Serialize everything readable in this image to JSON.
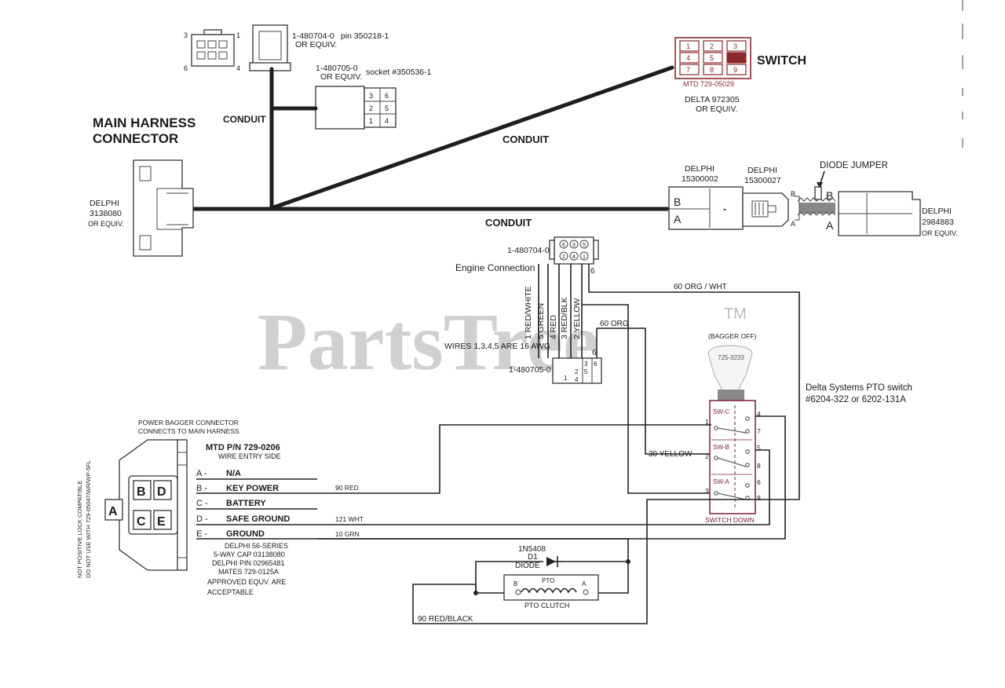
{
  "watermark": {
    "brand": "PartsTree",
    "trademark": "TM"
  },
  "colors": {
    "wire": "#222222",
    "switch_connector": "#8a2a2a",
    "pto_switch": "#7a1f3c",
    "watermark": "#c8c8c8"
  },
  "top_connectors": {
    "part1": "1-480704-0",
    "equiv1": "OR EQUIV.",
    "pin": "pin 350218-1",
    "part2": "1-480705-0",
    "equiv2": "OR EQUIV.",
    "socket": "socket #350536-1",
    "cavities": [
      "3",
      "1",
      "6",
      "4"
    ],
    "socket_cavities": [
      "3",
      "6",
      "2",
      "5",
      "1",
      "4"
    ]
  },
  "main_harness": {
    "title_line1": "MAIN HARNESS",
    "title_line2": "CONNECTOR",
    "brand": "DELPHI",
    "part": "3138080",
    "equiv": "OR EQUIV."
  },
  "conduit_labels": [
    "CONDUIT",
    "CONDUIT",
    "CONDUIT"
  ],
  "switch_connector": {
    "label": "SWITCH",
    "cells": [
      "1",
      "2",
      "3",
      "4",
      "5",
      "6",
      "7",
      "8",
      "9"
    ],
    "mtd": "MTD 729-05029",
    "delta": "DELTA 972305",
    "equiv": "OR EQUIV."
  },
  "right_connectors": {
    "delphi1_brand": "DELPHI",
    "delphi1_part": "15300002",
    "delphi2_brand": "DELPHI",
    "delphi2_part": "15300027",
    "diode_jumper": "DIODE JUMPER",
    "delphi3_brand": "DELPHI",
    "delphi3_part": "2984883",
    "delphi3_equiv": "OR EQUIV.",
    "pin_a": "A",
    "pin_b": "B",
    "dash": "-"
  },
  "engine_connection": {
    "top_part": "1-480704-0",
    "title": "Engine Connection",
    "top_cells": [
      "6",
      "3",
      "5",
      "2",
      "4",
      "1"
    ],
    "wires": [
      "1 RED/WHITE",
      "5 GREEN",
      "4 RED",
      "3 RED/BLK",
      "2 YELLOW"
    ],
    "pin6_top": "6",
    "org_wht": "60 ORG / WHT",
    "org": "60 ORG",
    "awg_note": "WIRES 1,3,4,5 ARE 16 AWG",
    "bottom_part": "1-480705-0",
    "pin6_bottom": "6",
    "bottom_cells": [
      "3",
      "6",
      "2",
      "5",
      "1",
      "4"
    ]
  },
  "pto_switch": {
    "bagger_off": "(BAGGER OFF)",
    "part": "725-3233",
    "desc_line1": "Delta Systems PTO switch",
    "desc_line2": "#6204-322 or 6202-131A",
    "sections": [
      "SW-C",
      "SW-B",
      "SW-A"
    ],
    "terminals_left": [
      "1",
      "2",
      "3"
    ],
    "terminals_right": [
      "4",
      "7",
      "5",
      "8",
      "6",
      "9"
    ],
    "switch_down": "SWITCH DOWN",
    "yellow_wire": "30 YELLOW"
  },
  "power_bagger": {
    "title_line1": "POWER BAGGER CONNECTOR",
    "title_line2": "CONNECTS TO MAIN HARNESS",
    "mtd_pn": "MTD P/N 729-0206",
    "wire_entry": "WIRE ENTRY SIDE",
    "side_note_line1": "NOT POSITIVE LOCK COMPATIBLE",
    "side_note_line2": "DO NOT USE WITH 729-05047/WR/WP-5FL",
    "cavity_letters": [
      "B",
      "D",
      "A",
      "C",
      "E"
    ],
    "pins": [
      {
        "letter": "A -",
        "name": "N/A",
        "wire": ""
      },
      {
        "letter": "B -",
        "name": "KEY POWER",
        "wire": "90 RED"
      },
      {
        "letter": "C -",
        "name": "BATTERY",
        "wire": ""
      },
      {
        "letter": "D -",
        "name": "SAFE GROUND",
        "wire": "121 WHT"
      },
      {
        "letter": "E -",
        "name": "GROUND",
        "wire": "10 GRN"
      }
    ],
    "notes": [
      "DELPHI 56-SERIES",
      "5-WAY CAP 03138080",
      "DELPHI PIN 02965481",
      "MATES 729-0125A",
      "APPROVED EQUV. ARE",
      "ACCEPTABLE"
    ]
  },
  "pto_clutch": {
    "diode_part": "1N5408",
    "diode_ref": "D1",
    "diode_label": "DIODE",
    "coil_label": "PTO",
    "term_b": "B",
    "term_a": "A",
    "clutch_label": "PTO CLUTCH",
    "red_black": "90 RED/BLACK"
  }
}
